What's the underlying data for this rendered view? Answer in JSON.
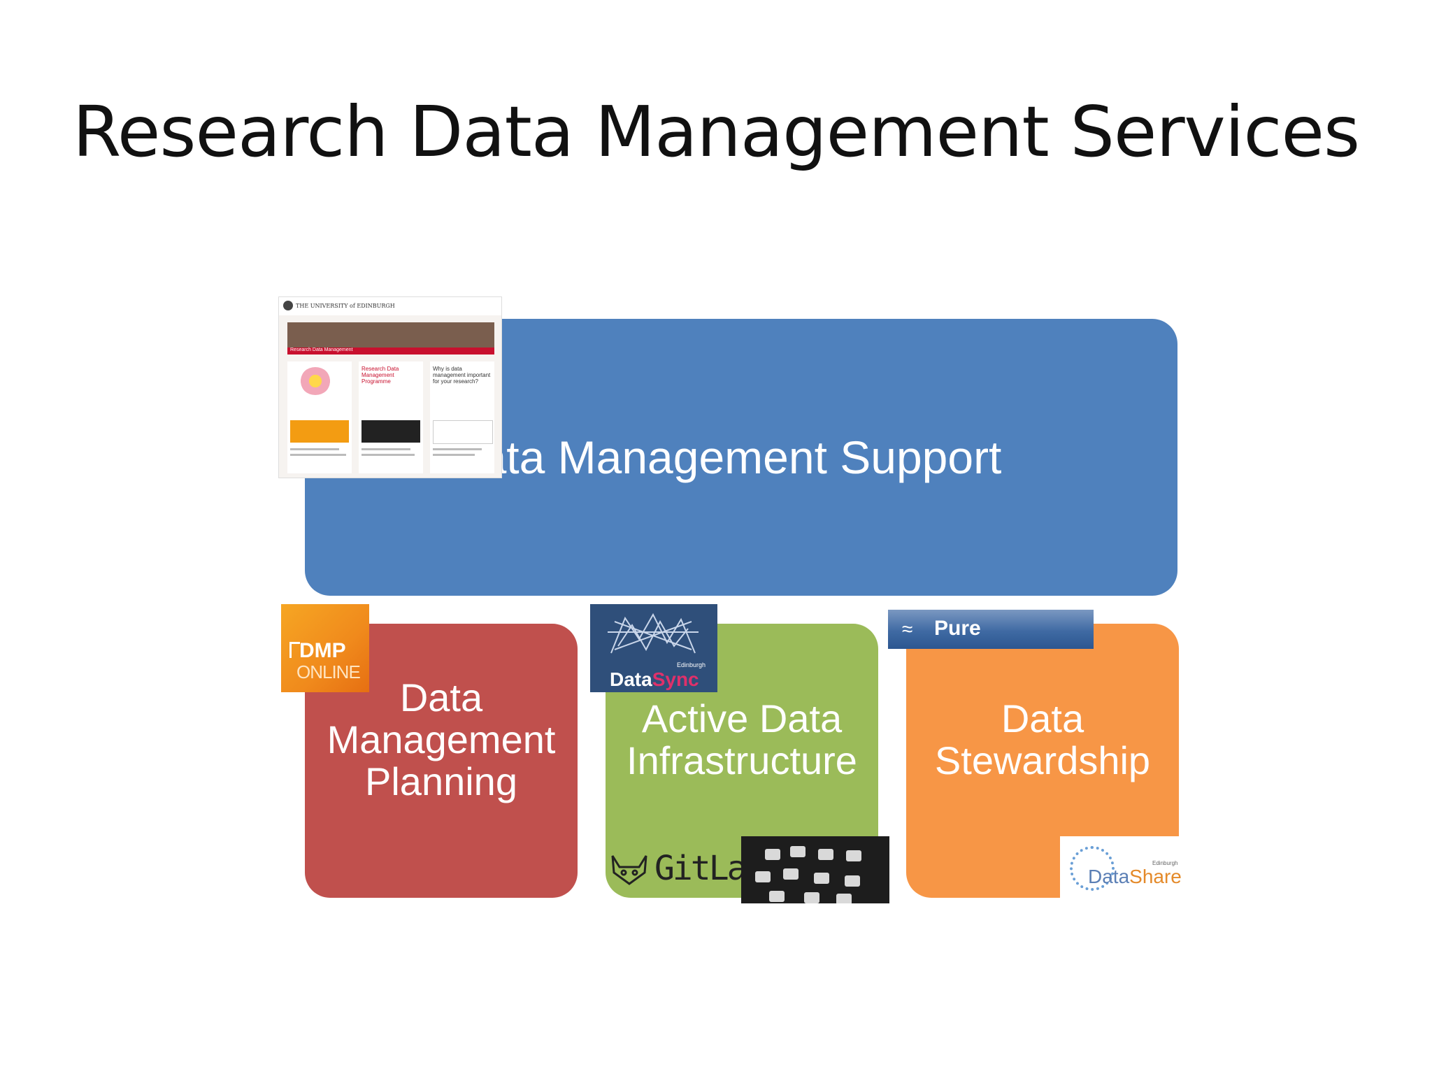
{
  "title": "Research Data Management Services",
  "top_box": {
    "label": "Research Data Management Support",
    "visible_label": "ata Management Support",
    "color": "#4f81bd"
  },
  "boxes": [
    {
      "label": "Data\nManagement\nPlanning",
      "color": "#c0504d"
    },
    {
      "label": "Active Data\nInfrastructure",
      "color": "#9bbb59"
    },
    {
      "label": "Data\nStewardship",
      "color": "#f79646"
    }
  ],
  "logos": {
    "dmp": {
      "line1": "DMP",
      "line2": "ONLINE"
    },
    "datasync": {
      "part1": "Data",
      "part2": "Sync",
      "small": "Edinburgh"
    },
    "pure": {
      "name": "Pure"
    },
    "gitlab": {
      "name": "GitLab"
    },
    "datashare": {
      "part1": "Data",
      "part2": "Share",
      "small": "Edinburgh"
    }
  },
  "site_thumb": {
    "header": "THE UNIVERSITY of EDINBURGH",
    "bar": "Research Data Management",
    "col2_heading": "Research Data Management Programme",
    "col3_heading": "Why is data management important for your research?"
  }
}
